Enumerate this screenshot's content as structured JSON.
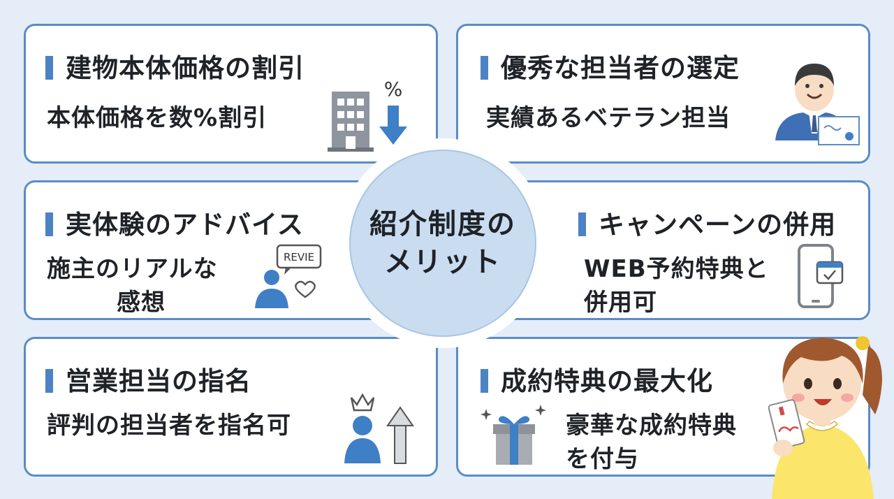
{
  "center": {
    "line1": "紹介制度の",
    "line2": "メリット"
  },
  "cards": [
    {
      "title": "建物本体価格の割引",
      "desc": [
        "本体価格を数%割引"
      ],
      "icon": "building-discount-icon"
    },
    {
      "title": "優秀な担当者の選定",
      "desc": [
        "実績あるベテラン担当"
      ],
      "icon": "businessman-certificate-icon"
    },
    {
      "title": "実体験のアドバイス",
      "desc": [
        "施主のリアルな",
        "感想"
      ],
      "icon": "review-icon",
      "icon_text": "REVIE"
    },
    {
      "title": "キャンペーンの併用",
      "desc": [
        "WEB予約特典と",
        "併用可"
      ],
      "icon": "smartphone-calendar-icon"
    },
    {
      "title": "営業担当の指名",
      "desc": [
        "評判の担当者を指名可"
      ],
      "icon": "crown-person-arrow-icon"
    },
    {
      "title": "成約特典の最大化",
      "desc": [
        "豪華な成約特典",
        "を付与"
      ],
      "icon": "gift-icon"
    }
  ],
  "colors": {
    "accent": "#4b83c4",
    "border": "#5b8cc4",
    "background": "#e4edf8",
    "center": "#c9dcf0"
  }
}
